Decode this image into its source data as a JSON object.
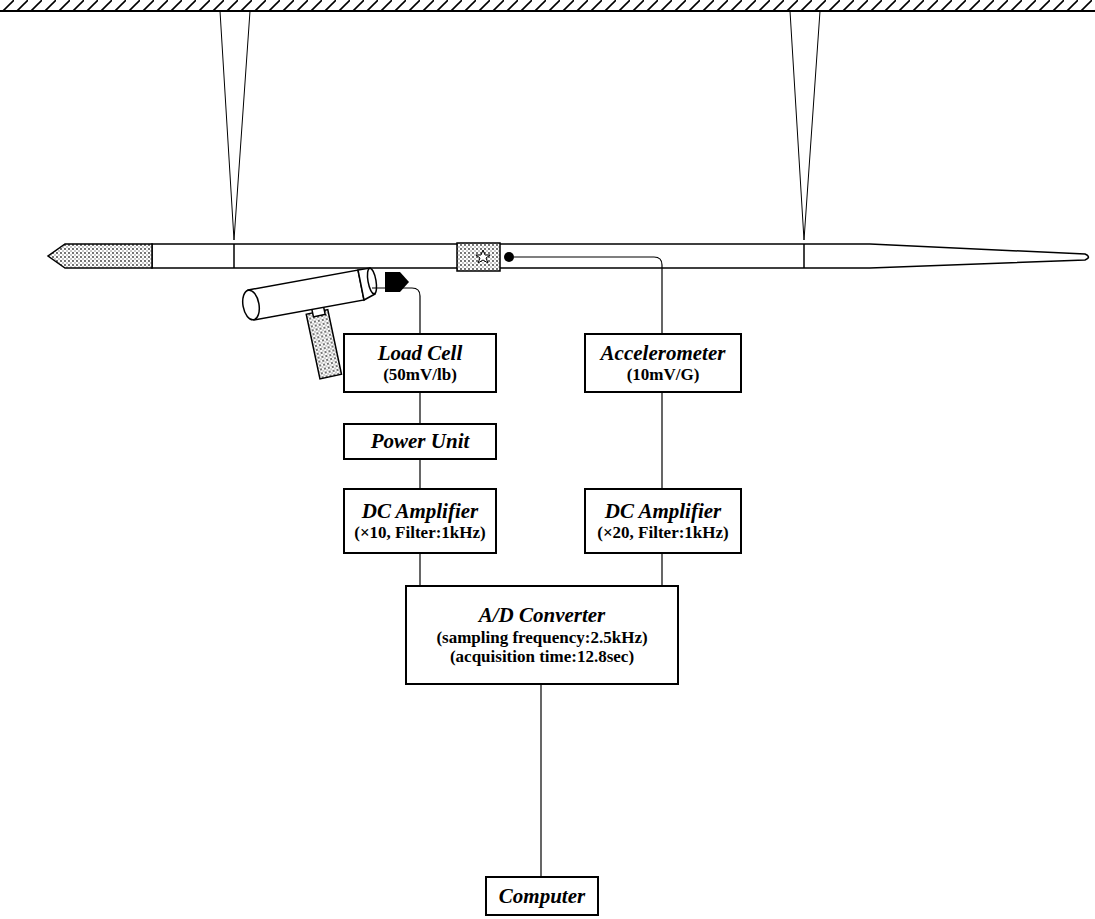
{
  "diagram": {
    "nodes": [
      {
        "text": [
          "Load Cell",
          "(50mV/lb)"
        ]
      },
      {
        "text": [
          "Accelerometer",
          "(10mV/G)"
        ]
      },
      {
        "text": [
          "Power Unit"
        ]
      },
      {
        "text": [
          "DC Amplifier",
          "(×10, Filter:1kHz)"
        ]
      },
      {
        "text": [
          "DC Amplifier",
          "(×20, Filter:1kHz)"
        ]
      },
      {
        "text": [
          "A/D Converter",
          "(sampling frequency:2.5kHz)",
          "(acquisition time:12.8sec)"
        ]
      },
      {
        "text": [
          "Computer"
        ]
      }
    ],
    "edges": [
      {
        "from": 0,
        "to": 2,
        "arrow": "none"
      },
      {
        "from": 2,
        "to": 3,
        "arrow": "none"
      },
      {
        "from": 1,
        "to": 4,
        "arrow": "none"
      },
      {
        "from": 3,
        "to": 5,
        "arrow": "none"
      },
      {
        "from": 4,
        "to": 5,
        "arrow": "none"
      },
      {
        "from": 5,
        "to": 6,
        "arrow": "none"
      }
    ]
  }
}
